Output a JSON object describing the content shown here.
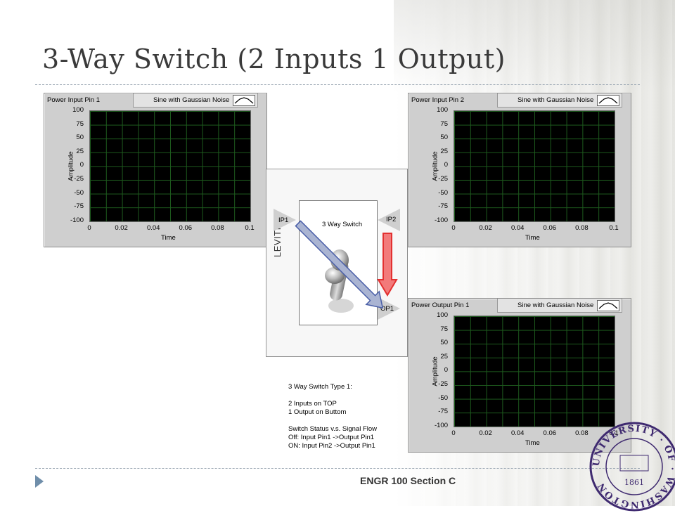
{
  "slide": {
    "title": "3-Way Switch (2 Inputs 1 Output)",
    "footer": "ENGR 100 Section C"
  },
  "graph_common": {
    "legend": "Sine with Gaussian Noise",
    "x_label": "Time",
    "y_label": "Amplitude",
    "y_ticks": [
      "100",
      "75",
      "50",
      "25",
      "0",
      "-25",
      "-50",
      "-75",
      "-100"
    ],
    "x_ticks": [
      "0",
      "0.02",
      "0.04",
      "0.06",
      "0.08",
      "0.1"
    ]
  },
  "graphs": {
    "input1": {
      "title": "Power Input Pin 1"
    },
    "input2": {
      "title": "Power Input Pin 2"
    },
    "output1": {
      "title": "Power Output Pin 1"
    }
  },
  "switch": {
    "label": "3 Way Switch",
    "brand": "LEVITION",
    "pin_ip1": "IP1",
    "pin_ip2": "IP2",
    "pin_op1": "OP1"
  },
  "notes": {
    "line1": "3 Way Switch Type 1:",
    "line2": "2 Inputs on TOP",
    "line3": "1 Output on Buttom",
    "line4": "Switch Status v.s. Signal Flow",
    "line5": "Off: Input Pin1 ->Output Pin1",
    "line6": "ON: Input Pin2 ->Output Pin1"
  },
  "colors": {
    "title_text": "#3a3a3a",
    "plot_bg": "#000000",
    "grid": "#1d5a1d",
    "flow_arrow_fill": "#aab4d2",
    "flow_arrow_stroke": "#4a5fa8",
    "red_arrow": "#e33030",
    "bullet": "#6f8eaa",
    "seal": "#3f2a70"
  },
  "seal": {
    "text": "UNIVERSITY · OF · WASHINGTON",
    "year": "1861"
  }
}
